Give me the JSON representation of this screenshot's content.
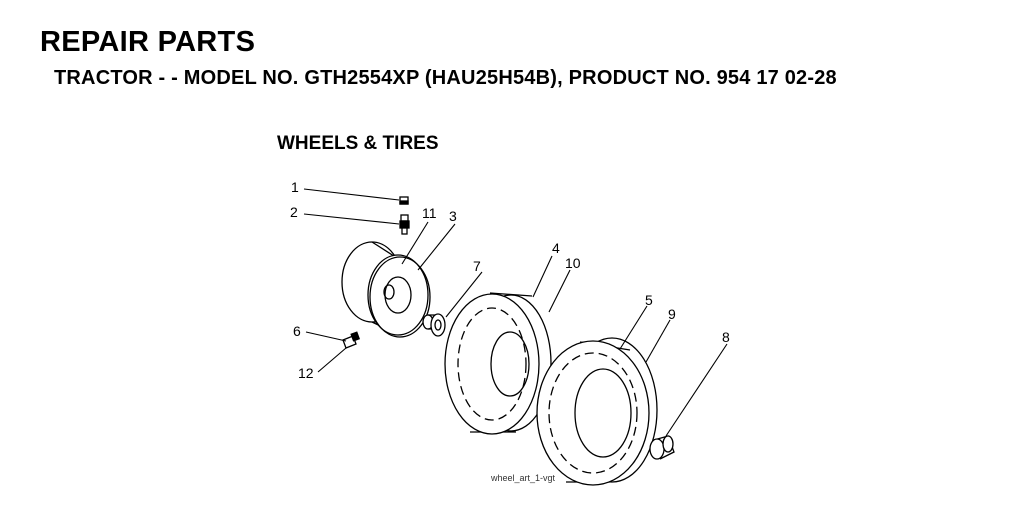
{
  "header": {
    "title": "REPAIR PARTS",
    "subtitle": "TRACTOR - - MODEL NO. GTH2554XP (HAU25H54B), PRODUCT NO. 954 17 02-28"
  },
  "section": {
    "title": "WHEELS & TIRES"
  },
  "callouts": {
    "c1": "1",
    "c2": "2",
    "c3": "3",
    "c4": "4",
    "c5": "5",
    "c6": "6",
    "c7": "7",
    "c8": "8",
    "c9": "9",
    "c10": "10",
    "c11": "11",
    "c12": "12"
  },
  "art_credit": "wheel_art_1-vgt"
}
